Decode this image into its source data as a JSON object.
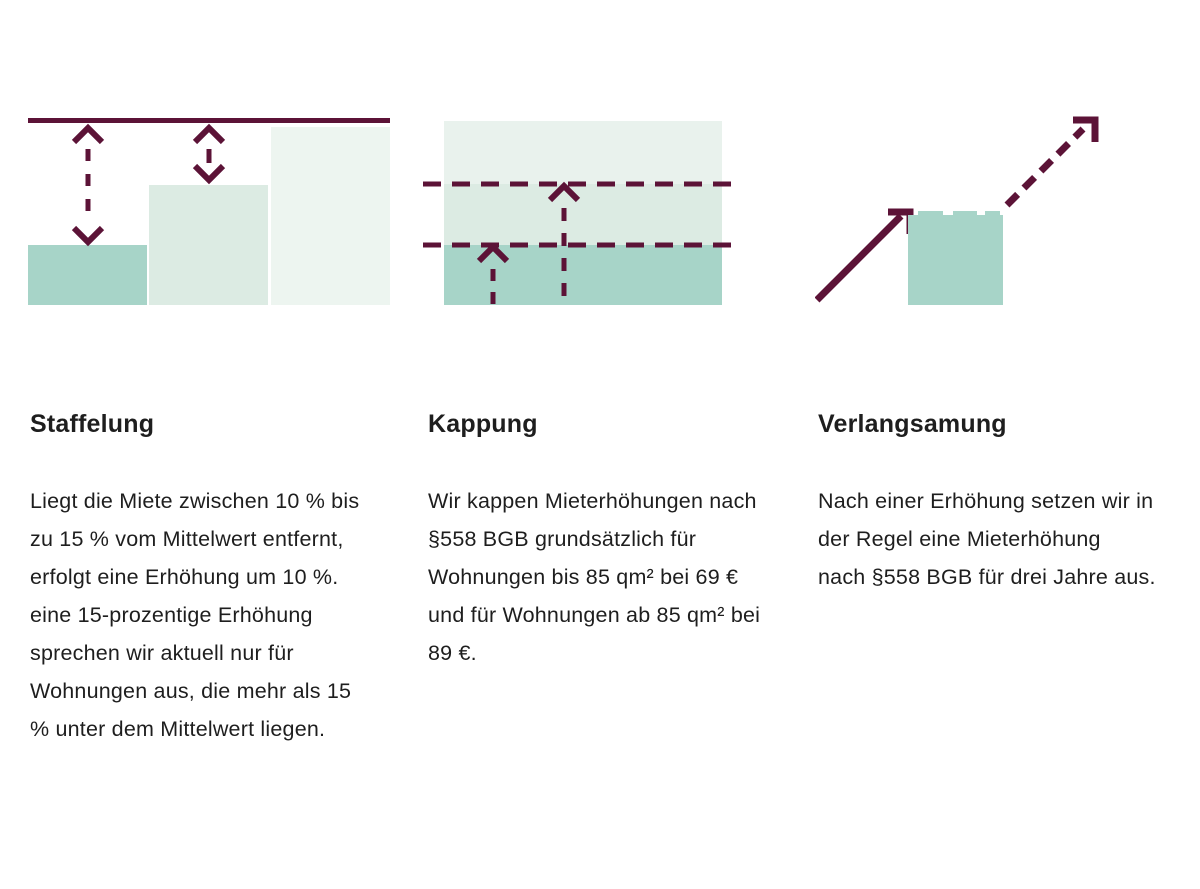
{
  "colors": {
    "maroon": "#5C1337",
    "teal": "#A7D4C8",
    "green_light": "#DCEBE3",
    "green_lighter": "#E9F2ED",
    "green_lightest": "#EDF5F0",
    "text": "#1E1E1E",
    "background": "#FFFFFF"
  },
  "panels": [
    {
      "title": "Staffelung",
      "illustration": "stepped-bars-below-median-line-with-double-arrows",
      "body_lines": [
        "Liegt die Miete zwischen 10 % bis",
        "zu 15 % vom Mittelwert entfernt,",
        "erfolgt eine Erhöhung um 10 %.",
        "eine 15-prozentige Erhöhung",
        "sprechen wir aktuell nur für",
        "Wohnungen aus, die mehr als 15",
        "% unter dem Mittelwert liegen."
      ]
    },
    {
      "title": "Kappung",
      "illustration": "stacked-bands-with-dashed-cap-lines-and-up-arrows",
      "body_lines": [
        "Wir kappen Mieterhöhungen nach",
        "§558 BGB grundsätzlich für",
        "Wohnungen bis 85 qm² bei 69 €",
        "und für Wohnungen ab 85 qm² bei",
        "89 €."
      ]
    },
    {
      "title": "Verlangsamung",
      "illustration": "rise-plateau-bar-then-dashed-rise-arrow",
      "body_lines": [
        "Nach einer Erhöhung setzen wir in",
        "der Regel eine Mieterhöhung",
        "nach §558 BGB für drei Jahre aus."
      ]
    }
  ]
}
